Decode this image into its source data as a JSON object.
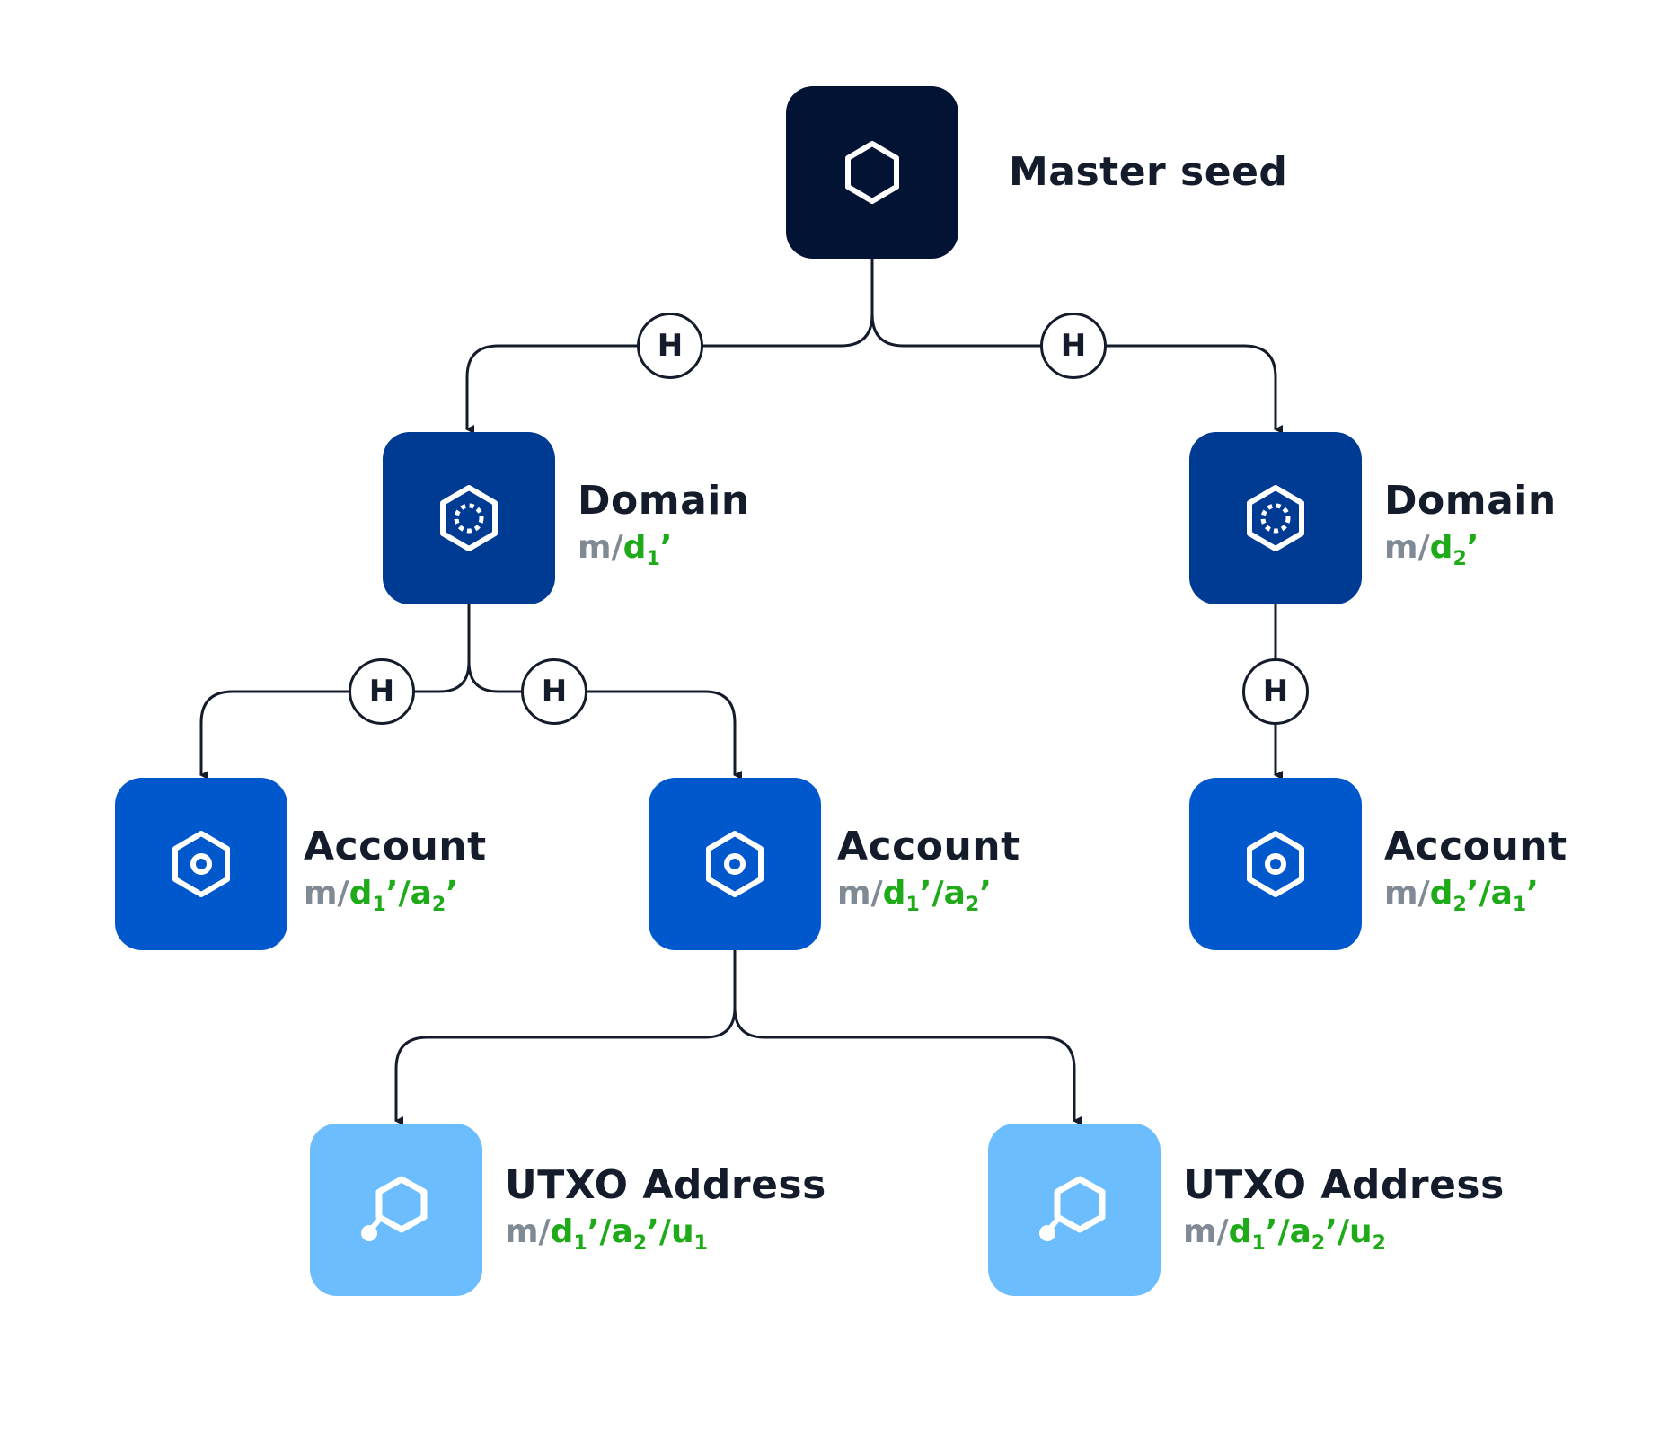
{
  "colors": {
    "master": "#031333",
    "domain": "#003b93",
    "account": "#0058cc",
    "utxo": "#6cbdfd",
    "line": "#141c2b",
    "path_prefix": "#7f8a94",
    "path_green": "#1faa1a"
  },
  "badge_label": "H",
  "nodes": {
    "master": {
      "title": "Master seed",
      "icon": "hexagon-outline-icon"
    },
    "domain1": {
      "title": "Domain",
      "path_prefix": "m/",
      "path_parts": [
        "d",
        "1",
        "’"
      ],
      "icon": "hexagon-dotted-ring-icon"
    },
    "domain2": {
      "title": "Domain",
      "path_prefix": "m/",
      "path_parts": [
        "d",
        "2",
        "’"
      ],
      "icon": "hexagon-dotted-ring-icon"
    },
    "account1": {
      "title": "Account",
      "path_prefix": "m/",
      "path_parts": [
        "d",
        "1",
        "’/a",
        "2",
        "’"
      ],
      "icon": "hexagon-target-icon"
    },
    "account2": {
      "title": "Account",
      "path_prefix": "m/",
      "path_parts": [
        "d",
        "1",
        "’/a",
        "2",
        "’"
      ],
      "icon": "hexagon-target-icon"
    },
    "account3": {
      "title": "Account",
      "path_prefix": "m/",
      "path_parts": [
        "d",
        "2",
        "’/a",
        "1",
        "’"
      ],
      "icon": "hexagon-target-icon"
    },
    "utxo1": {
      "title": "UTXO Address",
      "path_prefix": "m/",
      "path_parts": [
        "d",
        "1",
        "’/a",
        "2",
        "’/u",
        "1"
      ],
      "icon": "hexagon-pin-icon"
    },
    "utxo2": {
      "title": "UTXO Address",
      "path_prefix": "m/",
      "path_parts": [
        "d",
        "1",
        "’/a",
        "2",
        "’/u",
        "2"
      ],
      "icon": "hexagon-pin-icon"
    }
  }
}
